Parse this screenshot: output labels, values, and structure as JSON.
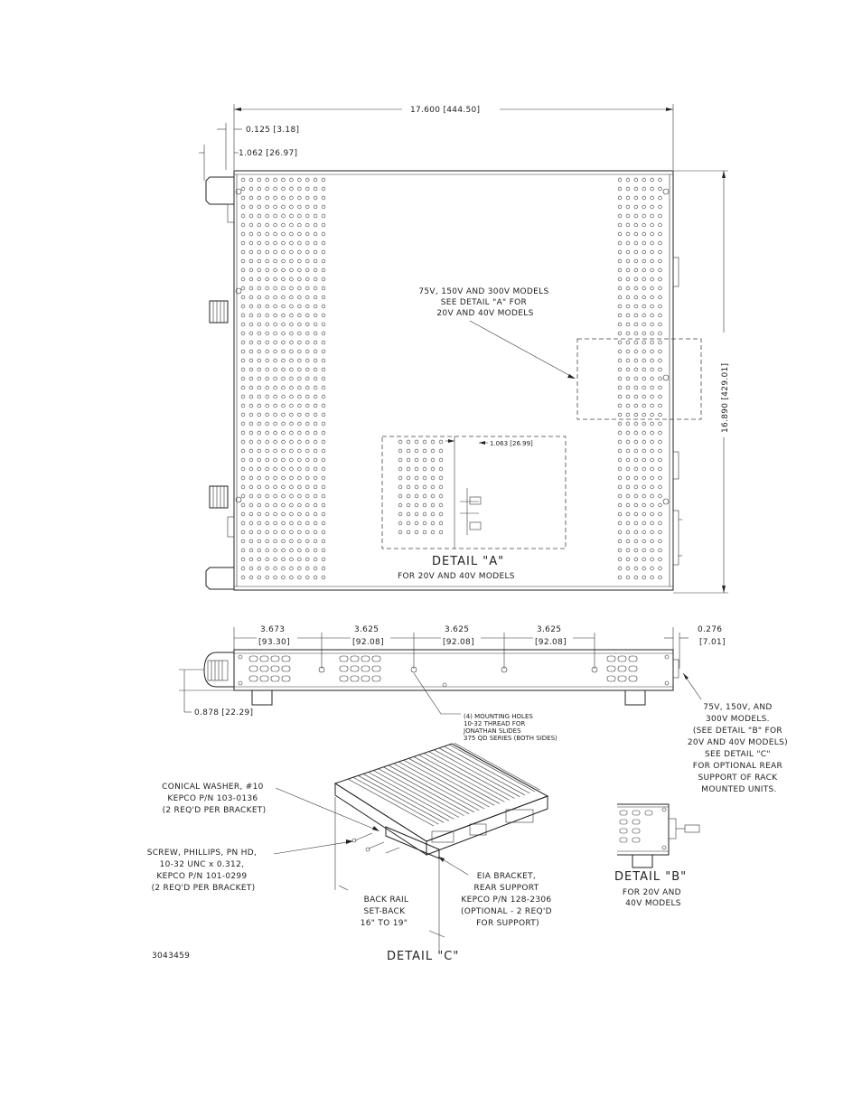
{
  "dimensions": {
    "overall_width": "17.600 [444.50]",
    "front_offset": "0.125 [3.18]",
    "handle_depth": "1.062 [26.97]",
    "overall_depth": "16.890 [429.01]",
    "detail_a_offset": "1.063 [26.99]",
    "mount_1": "3.673",
    "mount_1_mm": "[93.30]",
    "mount_2": "3.625",
    "mount_2_mm": "[92.08]",
    "mount_3": "3.625",
    "mount_3_mm": "[92.08]",
    "mount_4": "3.625",
    "mount_4_mm": "[92.08]",
    "rear_offset": "0.276",
    "rear_offset_mm": "[7.01]",
    "height_offset": "0.878 [22.29]"
  },
  "notes": {
    "top_view_note": [
      "75V, 150V AND 300V MODELS",
      "SEE DETAIL \"A\" FOR",
      "20V AND 40V MODELS"
    ],
    "mounting_holes": [
      "(4) MOUNTING HOLES",
      "10-32 THREAD FOR",
      "JONATHAN SLIDES",
      "375 QD SERIES (BOTH SIDES)"
    ],
    "rear_note": [
      "75V, 150V, AND",
      "300V MODELS.",
      "(SEE DETAIL \"B\" FOR",
      "20V AND 40V MODELS)",
      "SEE DETAIL \"C\"",
      "FOR OPTIONAL REAR",
      "SUPPORT OF RACK",
      "MOUNTED UNITS."
    ],
    "washer": [
      "CONICAL WASHER, #10",
      "KEPCO P/N 103-0136",
      "(2 REQ'D PER BRACKET)"
    ],
    "screw": [
      "SCREW, PHILLIPS, PN HD,",
      "10-32 UNC x 0.312,",
      "KEPCO P/N 101-0299",
      "(2 REQ'D PER BRACKET)"
    ],
    "bracket": [
      "EIA BRACKET,",
      "REAR SUPPORT",
      "KEPCO P/N 128-2306",
      "(OPTIONAL - 2 REQ'D",
      "FOR SUPPORT)"
    ],
    "back_rail": [
      "BACK RAIL",
      "SET-BACK",
      "16\" TO 19\""
    ]
  },
  "details": {
    "a_title": "DETAIL \"A\"",
    "a_sub": "FOR 20V AND 40V MODELS",
    "b_title": "DETAIL \"B\"",
    "b_sub": [
      "FOR 20V AND",
      "40V MODELS"
    ],
    "c_title": "DETAIL \"C\""
  },
  "drawing_number": "3043459"
}
